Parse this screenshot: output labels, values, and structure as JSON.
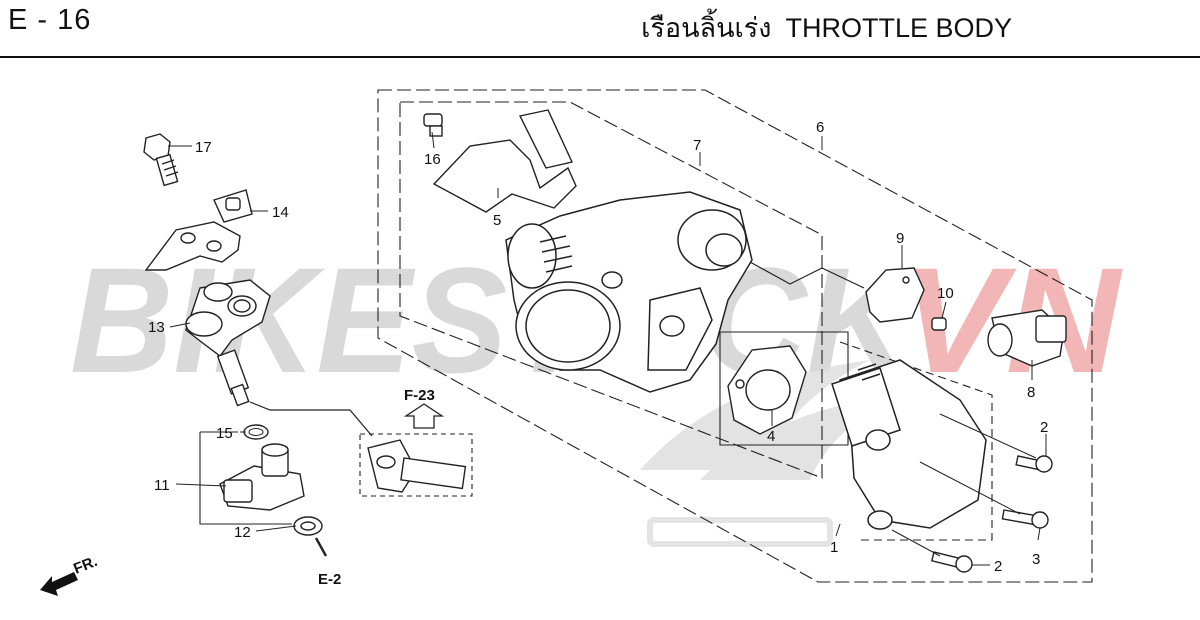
{
  "header": {
    "page_code": "E - 16",
    "title_thai": "เรือนลิ้นเร่ง",
    "title_en": "THROTTLE BODY"
  },
  "watermark": {
    "text_a": "BIKESTOCK",
    "text_b": "VN",
    "color_a": "#d9d9d9",
    "color_b": "#f3b6b6"
  },
  "references": {
    "f23": "F-23",
    "e2": "E-2",
    "fr": "FR."
  },
  "callouts": {
    "c1": "1",
    "c2a": "2",
    "c2b": "2",
    "c3": "3",
    "c4": "4",
    "c5": "5",
    "c6": "6",
    "c7": "7",
    "c8": "8",
    "c9": "9",
    "c10": "10",
    "c11": "11",
    "c12": "12",
    "c13": "13",
    "c14": "14",
    "c15": "15",
    "c16": "16",
    "c17": "17"
  }
}
